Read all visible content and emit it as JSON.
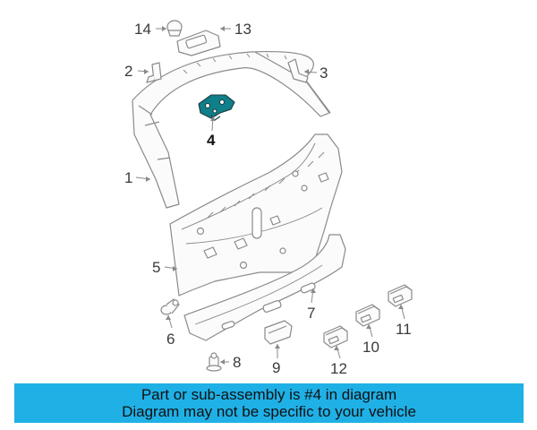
{
  "diagram": {
    "highlight_color": "#0f7f8a",
    "line_color": "#8a8a8a",
    "callouts": [
      {
        "id": "c1",
        "label": "1"
      },
      {
        "id": "c2",
        "label": "2"
      },
      {
        "id": "c3",
        "label": "3"
      },
      {
        "id": "c4",
        "label": "4"
      },
      {
        "id": "c5",
        "label": "5"
      },
      {
        "id": "c6",
        "label": "6"
      },
      {
        "id": "c7",
        "label": "7"
      },
      {
        "id": "c8",
        "label": "8"
      },
      {
        "id": "c9",
        "label": "9"
      },
      {
        "id": "c10",
        "label": "10"
      },
      {
        "id": "c11",
        "label": "11"
      },
      {
        "id": "c12",
        "label": "12"
      },
      {
        "id": "c13",
        "label": "13"
      },
      {
        "id": "c14",
        "label": "14"
      }
    ]
  },
  "banner": {
    "background": "#1fb0e6",
    "line1": "Part or sub-assembly is #4 in diagram",
    "line2": "Diagram may not be specific to your vehicle"
  }
}
